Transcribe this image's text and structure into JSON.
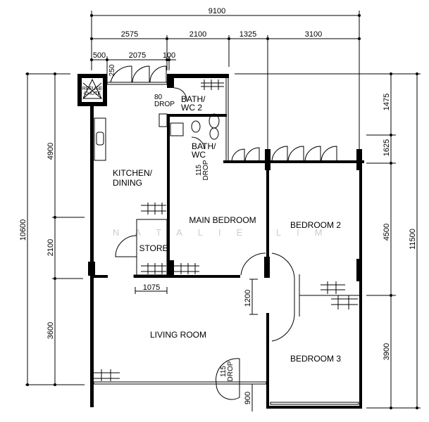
{
  "dimensions": {
    "top_total": "9100",
    "top_row": [
      "2575",
      "2100",
      "1325",
      "3100"
    ],
    "top_sub": [
      "500",
      "2075",
      "100"
    ],
    "top_small": "250",
    "left_total": "10600",
    "left_row": [
      "4900",
      "2100",
      "3600"
    ],
    "right_total": "11500",
    "right_row": [
      "1475",
      "1625",
      "4500",
      "3900"
    ],
    "store_width": "1075",
    "corridor": "1200",
    "bottom": "900"
  },
  "rooms": {
    "refuse_chute": [
      "REFUSE",
      "CHUTE"
    ],
    "bath_wc2": [
      "BATH/",
      "WC 2"
    ],
    "bath_wc": [
      "BATH/",
      "WC"
    ],
    "kitchen": [
      "KITCHEN/",
      "DINING"
    ],
    "main_bedroom": "MAIN BEDROOM",
    "bedroom2": "BEDROOM 2",
    "store": "STORE",
    "living_room": "LIVING ROOM",
    "bedroom3": "BEDROOM 3"
  },
  "drops": {
    "drop80": [
      "80",
      "DROP"
    ],
    "drop115_bath": [
      "115",
      "DROP"
    ],
    "drop115_living": [
      "115",
      "DROP"
    ]
  },
  "watermark": "NATALIE LIM"
}
